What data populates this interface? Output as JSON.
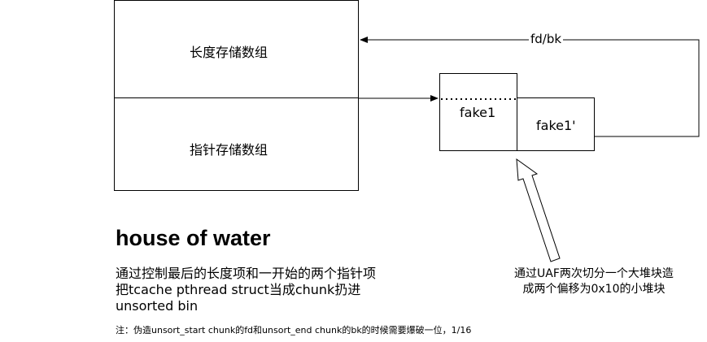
{
  "diagram": {
    "length_array_label": "长度存储数组",
    "pointer_array_label": "指针存储数组",
    "fake1_label": "fake1",
    "fake1_prime_label": "fake1'",
    "edge_label": "fd/bk",
    "arrow_caption_line1": "通过UAF两次切分一个大堆块造",
    "arrow_caption_line2": "成两个偏移为0x10的小堆块"
  },
  "text": {
    "title": "house of water",
    "desc_line1": "通过控制最后的长度项和一开始的两个指针项",
    "desc_line2": "把tcache pthread struct当成chunk扔进",
    "desc_line3": "unsorted bin",
    "note": "注：伪造unsort_start chunk的fd和unsort_end chunk的bk的时候需要爆破一位，1/16"
  }
}
